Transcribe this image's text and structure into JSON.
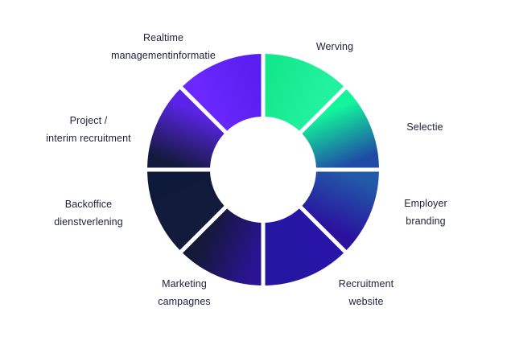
{
  "diagram": {
    "segments": [
      {
        "name": "werving",
        "lines": [
          "Werving"
        ],
        "color_a": "#14e88c",
        "color_b": "#22f2a0"
      },
      {
        "name": "selectie",
        "lines": [
          "Selectie"
        ],
        "color_a": "#12f59b",
        "color_b": "#1f4aa6"
      },
      {
        "name": "employer-branding",
        "lines": [
          "Employer",
          "branding"
        ],
        "color_a": "#215aa8",
        "color_b": "#2a129e"
      },
      {
        "name": "recruitment-website",
        "lines": [
          "Recruitment",
          "website"
        ],
        "color_a": "#2815a8",
        "color_b": "#2416a0"
      },
      {
        "name": "marketing-campagnes",
        "lines": [
          "Marketing",
          "campagnes"
        ],
        "color_a": "#2a1494",
        "color_b": "#141839"
      },
      {
        "name": "backoffice-dienstverlening",
        "lines": [
          "Backoffice",
          "dienstverlening"
        ],
        "color_a": "#131b3c",
        "color_b": "#0e1a3a"
      },
      {
        "name": "project-interim-recruitment",
        "lines": [
          "Project /",
          "interim recruitment"
        ],
        "color_a": "#141a3e",
        "color_b": "#5a24e6"
      },
      {
        "name": "realtime-managementinformatie",
        "lines": [
          "Realtime",
          "managementinformatie"
        ],
        "color_a": "#6a28ff",
        "color_b": "#5a1ff0"
      }
    ]
  }
}
